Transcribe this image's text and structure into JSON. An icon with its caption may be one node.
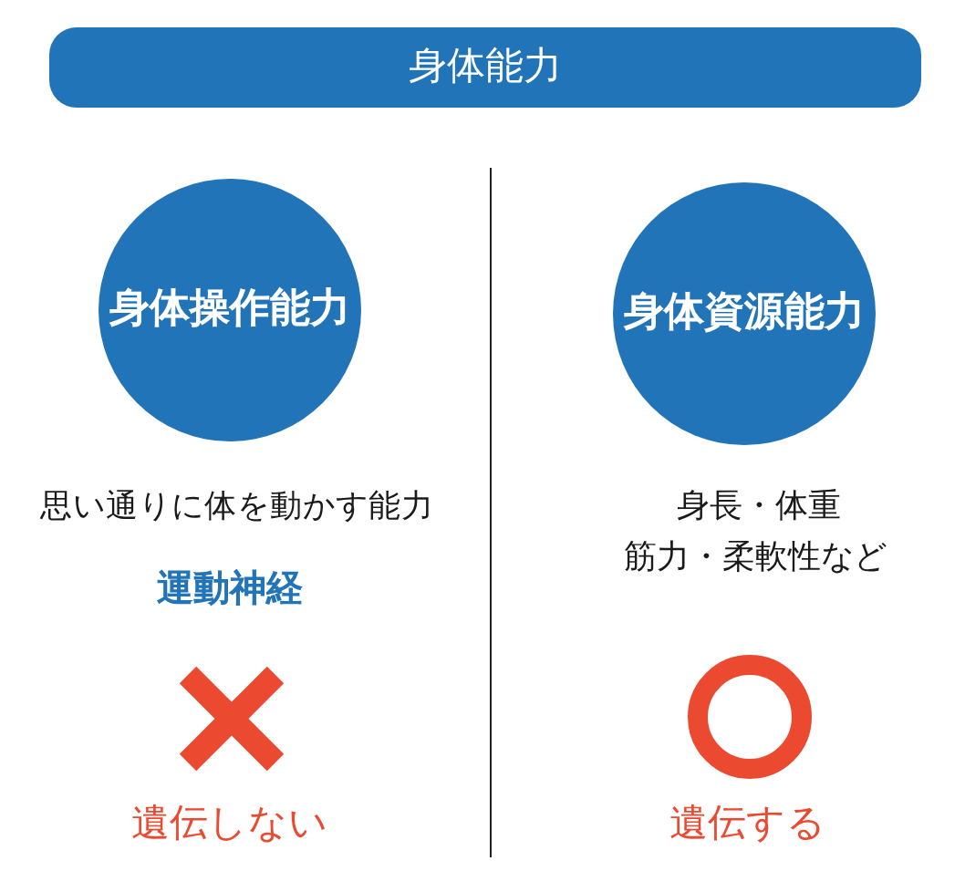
{
  "diagram": {
    "nodes": [
      {
        "text": [
          "身体能力"
        ]
      },
      {
        "text": [
          "身体操作能力"
        ]
      },
      {
        "text": [
          "身体資源能力"
        ]
      }
    ],
    "labels": [
      "思い通りに体を動かす能力",
      "運動神経",
      "遺伝しない",
      "身長・体重",
      "筋力・柔軟性など",
      "遺伝する"
    ]
  }
}
